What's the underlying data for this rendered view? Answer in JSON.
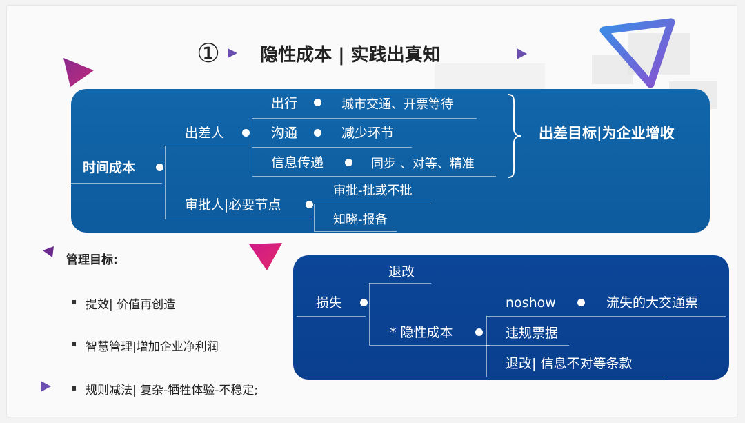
{
  "title": {
    "number": "①",
    "text": "隐性成本 | 实践出真知"
  },
  "panel_top": {
    "root": "时间成本",
    "branch_traveler": "出差人",
    "travel": "出行",
    "travel_detail": "城市交通、开票等待",
    "communication": "沟通",
    "communication_detail": "减少环节",
    "info": "信息传递",
    "info_detail": "同步 、对等、精准",
    "approver": "审批人|必要节点",
    "approve1": "审批-批或不批",
    "approve2": "知晓-报备",
    "goal": "出差目标|为企业增收"
  },
  "panel_bottom": {
    "root": "损失",
    "refund": "退改",
    "hidden": "* 隐性成本",
    "noshow": "noshow",
    "noshow_detail": "流失的大交通票",
    "invoice": "违规票据",
    "clause": "退改| 信息不对等条款"
  },
  "goals": {
    "heading": "管理目标:",
    "items": [
      "提效| 价值再创造",
      "智慧管理|增加企业净利润",
      "规则减法| 复杂-牺牲体验-不稳定;"
    ]
  }
}
